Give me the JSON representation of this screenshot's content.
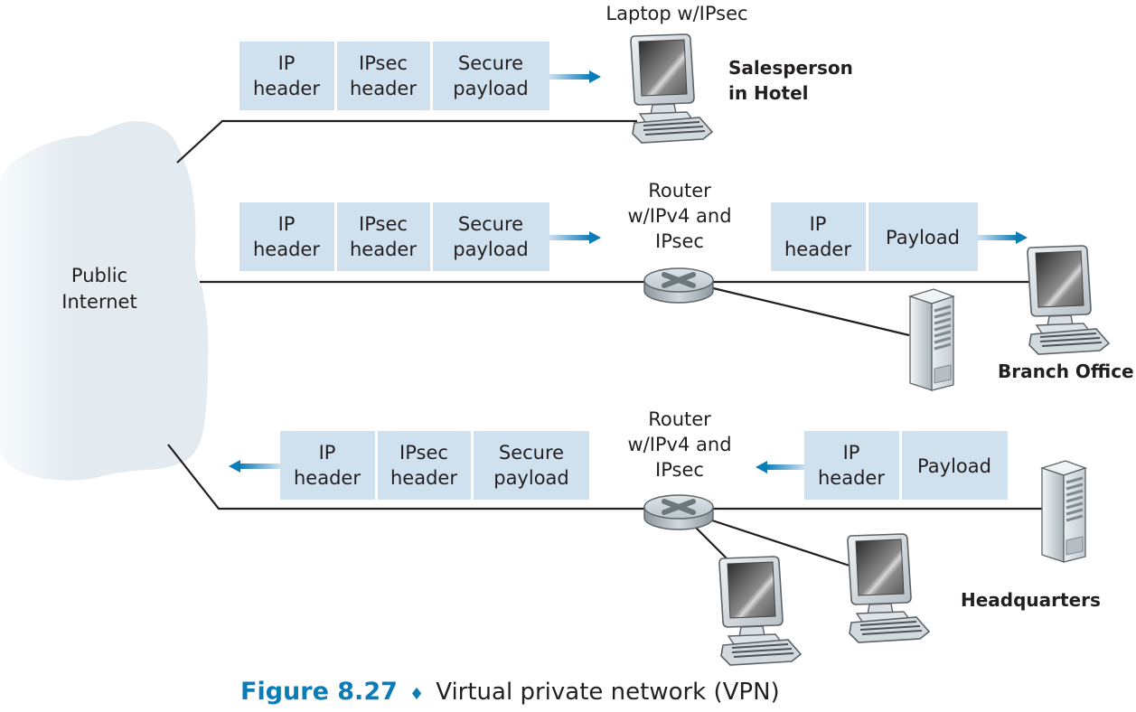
{
  "figure": {
    "caption_number": "Figure 8.27",
    "caption_separator": "♦",
    "caption_title": "Virtual private network (VPN)"
  },
  "cloud": {
    "label_line1": "Public",
    "label_line2": "Internet"
  },
  "hotel": {
    "device_label": "Laptop w/IPsec",
    "site_line1": "Salesperson",
    "site_line2": "in Hotel",
    "packet": [
      {
        "line1": "IP",
        "line2": "header"
      },
      {
        "line1": "IPsec",
        "line2": "header"
      },
      {
        "line1": "Secure",
        "line2": "payload"
      }
    ],
    "arrow_direction": "right"
  },
  "branch": {
    "router_line1": "Router",
    "router_line2": "w/IPv4 and",
    "router_line3": "IPsec",
    "site_label": "Branch Office",
    "packet_public": [
      {
        "line1": "IP",
        "line2": "header"
      },
      {
        "line1": "IPsec",
        "line2": "header"
      },
      {
        "line1": "Secure",
        "line2": "payload"
      }
    ],
    "packet_private": [
      {
        "line1": "IP",
        "line2": "header"
      },
      {
        "line1": "Payload",
        "line2": ""
      }
    ],
    "arrow_direction": "right"
  },
  "hq": {
    "router_line1": "Router",
    "router_line2": "w/IPv4 and",
    "router_line3": "IPsec",
    "site_label": "Headquarters",
    "packet_public": [
      {
        "line1": "IP",
        "line2": "header"
      },
      {
        "line1": "IPsec",
        "line2": "header"
      },
      {
        "line1": "Secure",
        "line2": "payload"
      }
    ],
    "packet_private": [
      {
        "line1": "IP",
        "line2": "header"
      },
      {
        "line1": "Payload",
        "line2": ""
      }
    ],
    "arrow_direction": "left"
  },
  "colors": {
    "packet_fill": "#cfe0ef",
    "arrow_blue": "#0a7cb8",
    "cloud_fill": "#e3ebf0",
    "caption_blue": "#0a7cb8"
  }
}
